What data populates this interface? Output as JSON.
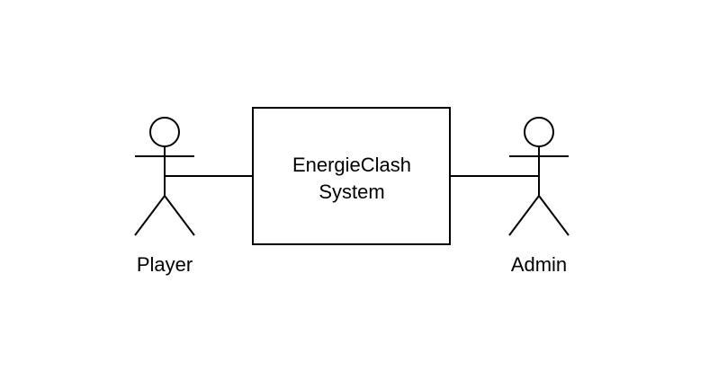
{
  "diagram": {
    "system": {
      "label_line1": "EnergieClash",
      "label_line2": "System"
    },
    "actors": {
      "player": {
        "label": "Player"
      },
      "admin": {
        "label": "Admin"
      }
    },
    "colors": {
      "stroke": "#000000",
      "background": "#ffffff"
    }
  }
}
